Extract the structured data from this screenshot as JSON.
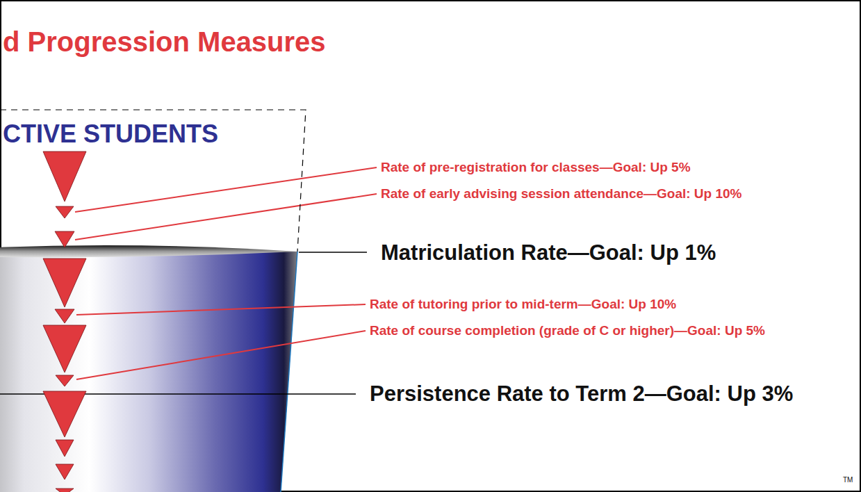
{
  "diagram": {
    "title": "d Progression Measures",
    "nodes": [
      {
        "text": [
          "CTIVE STUDENTS"
        ]
      }
    ],
    "labels": [
      "Rate of pre-registration for classes—Goal: Up 5%",
      "Rate of early advising session attendance—Goal: Up 10%",
      "Matriculation Rate—Goal: Up 1%",
      "Rate of tutoring prior to mid-term—Goal: Up 10%",
      "Rate of course completion (grade of C or higher)—Goal: Up 5%",
      "Persistence Rate to Term 2—Goal: Up 3%",
      "TM"
    ]
  }
}
